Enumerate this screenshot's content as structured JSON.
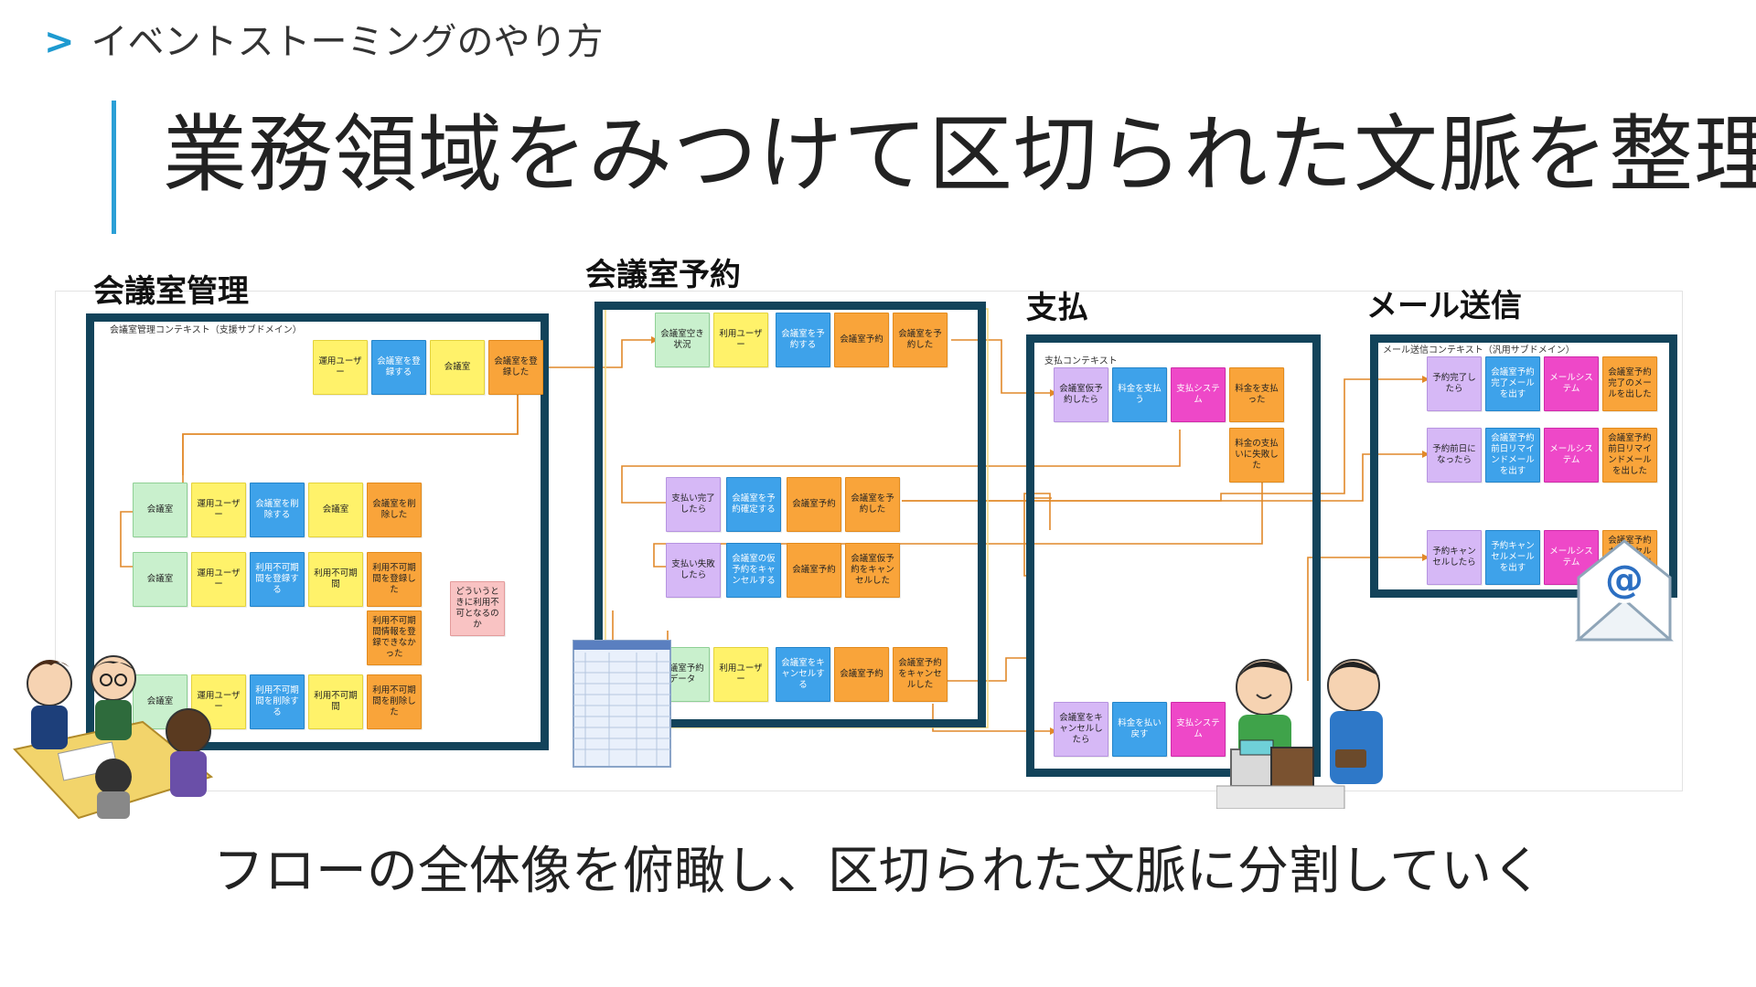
{
  "header": {
    "breadcrumb_chevron": ">",
    "breadcrumb": "イベントストーミングのやり方",
    "title": "業務領域をみつけて区切られた文脈を整理"
  },
  "subtitle": "フローの全体像を俯瞰し、区切られた文脈に分割していく",
  "contexts": {
    "meeting_room_mgmt": {
      "heading": "会議室管理",
      "label": "会議室管理コンテキスト（支援サブドメイン）",
      "rows": [
        [
          "運用ユーザー",
          "会議室を登録する",
          "会議室",
          "会議室を登録した"
        ],
        [
          "会議室",
          "運用ユーザー",
          "会議室を削除する",
          "会議室",
          "会議室を削除した"
        ],
        [
          "会議室",
          "運用ユーザー",
          "利用不可期間を登録する",
          "利用不可期間",
          "利用不可期間を登録した"
        ],
        [
          "会議室",
          "運用ユーザー",
          "利用不可期間を削除する",
          "利用不可期間",
          "利用不可期間を削除した"
        ]
      ],
      "note_orange": "利用不可期間情報を登録できなかった",
      "note_pink": "どういうときに利用不可となるのか"
    },
    "reservation": {
      "heading": "会議室予約",
      "rows": [
        [
          "会議室空き状況",
          "利用ユーザー",
          "会議室を予約する",
          "会議室予約",
          "会議室を予約した"
        ],
        [
          "支払い完了したら",
          "会議室を予約確定する",
          "会議室予約",
          "会議室を予約した"
        ],
        [
          "支払い失敗したら",
          "会議室の仮予約をキャンセルする",
          "会議室予約",
          "会議室仮予約をキャンセルした"
        ],
        [
          "会議室予約データ",
          "利用ユーザー",
          "会議室をキャンセルする",
          "会議室予約",
          "会議室予約をキャンセルした"
        ]
      ]
    },
    "payment": {
      "heading": "支払",
      "label": "支払コンテキスト",
      "rows": [
        [
          "会議室仮予約したら",
          "料金を支払う",
          "支払システム",
          "料金を支払った"
        ],
        [
          "料金の支払いに失敗した"
        ],
        [
          "会議室をキャンセルしたら",
          "料金を払い戻す",
          "支払システム"
        ]
      ]
    },
    "mail": {
      "heading": "メール送信",
      "label": "メール送信コンテキスト（汎用サブドメイン）",
      "rows": [
        [
          "予約完了したら",
          "会議室予約完了メールを出す",
          "メールシステム",
          "会議室予約完了のメールを出した"
        ],
        [
          "予約前日になったら",
          "会議室予約前日リマインドメールを出す",
          "メールシステム",
          "会議室予約前日リマインドメールを出した"
        ],
        [
          "予約キャンセルしたら",
          "予約キャンセルメールを出す",
          "メールシステム",
          "会議室予約キャンセルメールを出した"
        ]
      ]
    }
  },
  "colors": {
    "accent": "#1e9ad0",
    "context_border": "#12435a",
    "flow_line": "#e1892a"
  }
}
